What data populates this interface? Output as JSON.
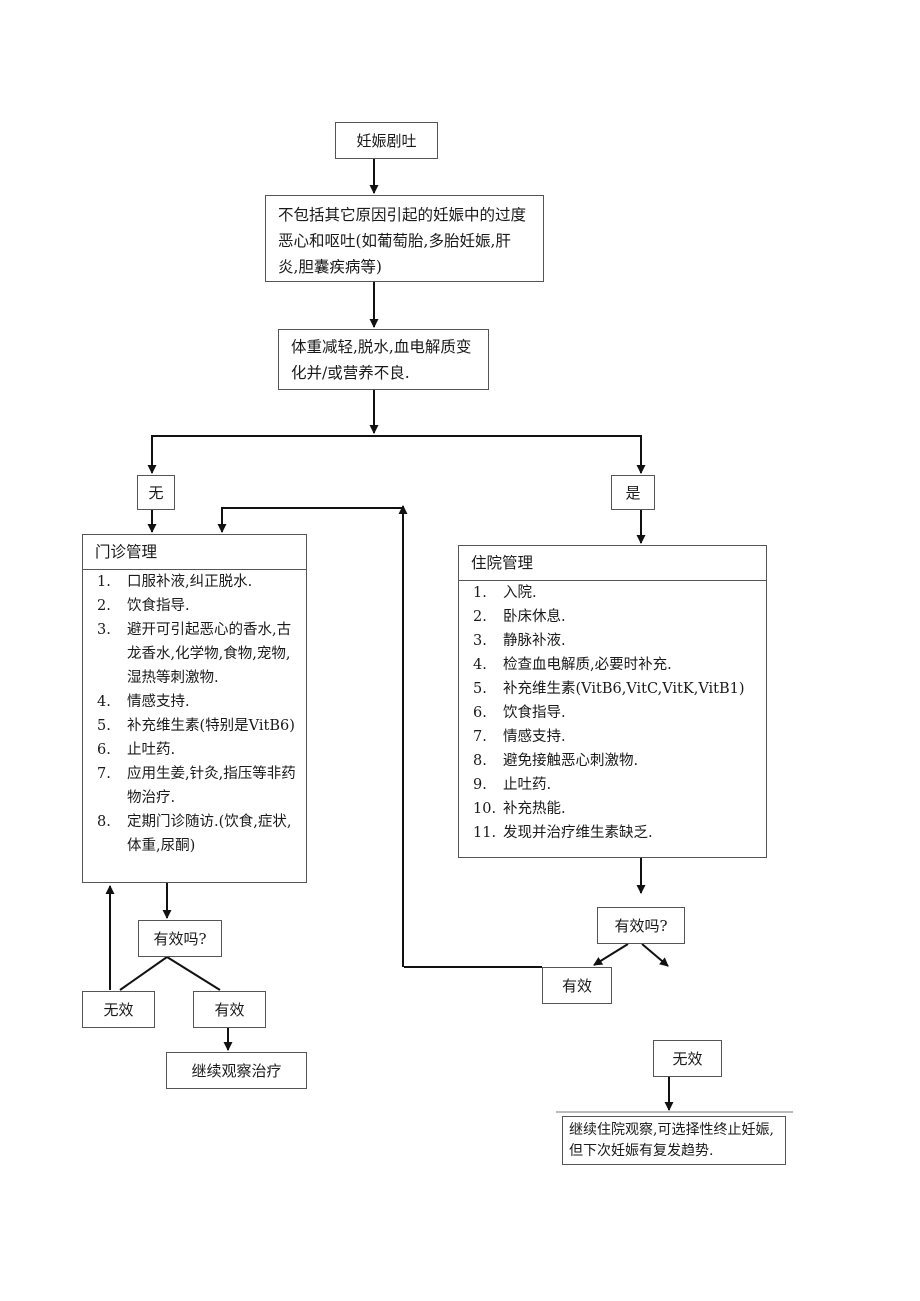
{
  "diagram": {
    "start": "妊娠剧吐",
    "definition": "不包括其它原因引起的妊娠中的过度恶心和呕吐(如葡萄胎,多胎妊娠,肝炎,胆囊疾病等)",
    "criteria": "体重减轻,脱水,血电解质变化并/或营养不良.",
    "branch_no": "无",
    "branch_yes": "是",
    "outpatient": {
      "title": "门诊管理",
      "items": [
        {
          "n": "1.",
          "t": "口服补液,纠正脱水."
        },
        {
          "n": "2.",
          "t": "饮食指导."
        },
        {
          "n": "3.",
          "t": "避开可引起恶心的香水,古龙香水,化学物,食物,宠物,湿热等刺激物."
        },
        {
          "n": "4.",
          "t": "情感支持."
        },
        {
          "n": "5.",
          "t": "补充维生素(特别是VitB6)"
        },
        {
          "n": "6.",
          "t": "止吐药."
        },
        {
          "n": "7.",
          "t": "应用生姜,针灸,指压等非药物治疗."
        },
        {
          "n": "8.",
          "t": "定期门诊随访.(饮食,症状,体重,尿酮)"
        }
      ],
      "question": "有效吗?",
      "no_effect": "无效",
      "effect": "有效",
      "continue": "继续观察治疗"
    },
    "inpatient": {
      "title": "住院管理",
      "items": [
        {
          "n": "1.",
          "t": "入院."
        },
        {
          "n": "2.",
          "t": "卧床休息."
        },
        {
          "n": "3.",
          "t": "静脉补液."
        },
        {
          "n": "4.",
          "t": "检查血电解质,必要时补充."
        },
        {
          "n": "5.",
          "t": "补充维生素(VitB6,VitC,VitK,VitB1)"
        },
        {
          "n": "6.",
          "t": "饮食指导."
        },
        {
          "n": "7.",
          "t": "情感支持."
        },
        {
          "n": "8.",
          "t": "避免接触恶心刺激物."
        },
        {
          "n": "9.",
          "t": "止吐药."
        },
        {
          "n": "10.",
          "t": "补充热能."
        },
        {
          "n": "11.",
          "t": "发现并治疗维生素缺乏."
        }
      ],
      "question": "有效吗?",
      "effect": "有效",
      "no_effect": "无效",
      "continue": "继续住院观察,可选择性终止妊娠,但下次妊娠有复发趋势."
    }
  }
}
